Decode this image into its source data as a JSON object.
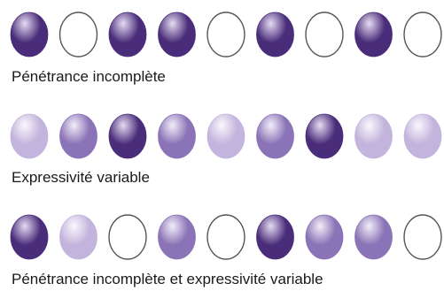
{
  "levels": {
    "dark": {
      "base": "#4a2d7a",
      "light": "#e6dcf2"
    },
    "medium": {
      "base": "#8a73b6",
      "light": "#f3eef9"
    },
    "light": {
      "base": "#c2b4dc",
      "light": "#faf8fd"
    },
    "empty": {
      "fill": "#ffffff",
      "stroke": "#555555"
    }
  },
  "rows": [
    {
      "label": "Pénétrance incomplète",
      "eggs": [
        "dark",
        "empty",
        "dark",
        "dark",
        "empty",
        "dark",
        "empty",
        "dark",
        "empty"
      ]
    },
    {
      "label": "Expressivité variable",
      "eggs": [
        "light",
        "medium",
        "dark",
        "medium",
        "light",
        "medium",
        "dark",
        "light",
        "light"
      ]
    },
    {
      "label": "Pénétrance incomplète et expressivité variable",
      "eggs": [
        "dark",
        "light",
        "empty",
        "medium",
        "empty",
        "dark",
        "medium",
        "medium",
        "empty"
      ]
    }
  ]
}
